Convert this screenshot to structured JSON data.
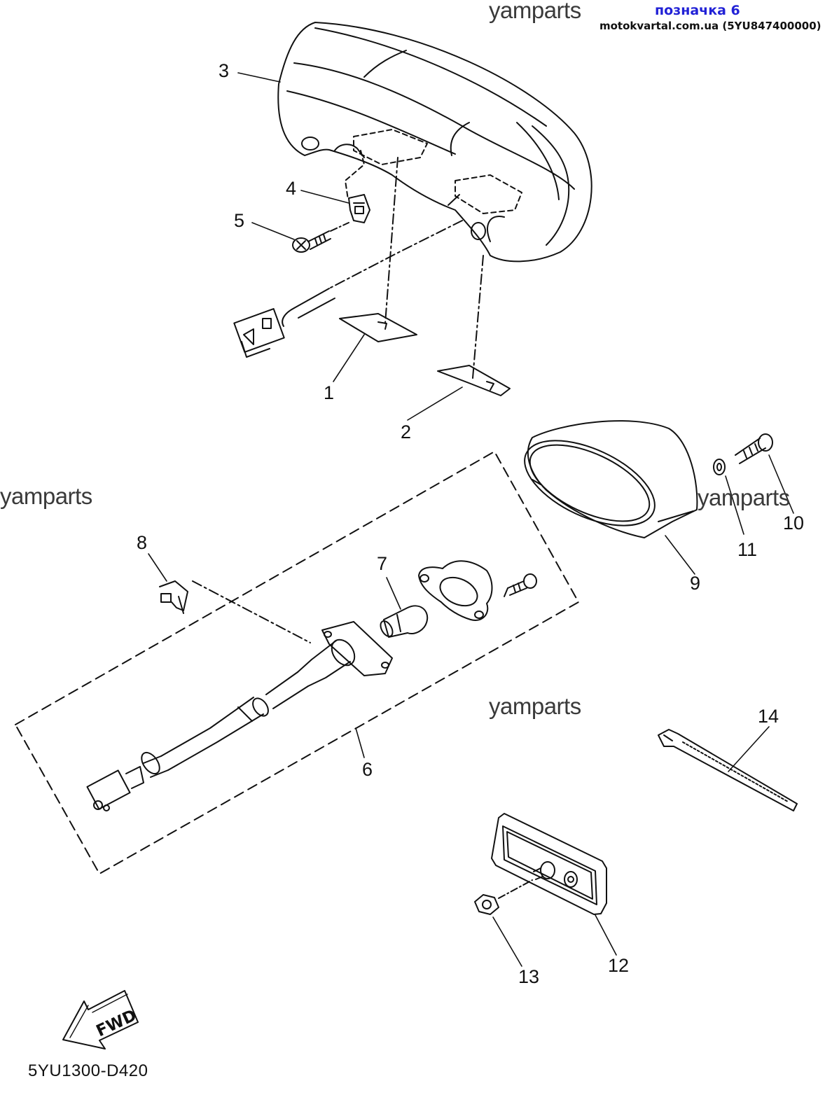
{
  "header": {
    "tag_label": "позначка 6",
    "site_text": "motokvartal.com.ua (5YU847400000)"
  },
  "watermarks": [
    "yamparts",
    "yamparts",
    "yamparts",
    "yamparts"
  ],
  "callouts": [
    "1",
    "2",
    "3",
    "4",
    "5",
    "6",
    "7",
    "8",
    "9",
    "10",
    "11",
    "12",
    "13",
    "14"
  ],
  "direction_arrow": {
    "label": "FWD",
    "icon": "fwd-arrow-icon"
  },
  "diagram_code": "5YU1300-D420",
  "colors": {
    "tag_label": "#2121d6",
    "line": "#111111",
    "watermark": "#3a3a3a"
  }
}
